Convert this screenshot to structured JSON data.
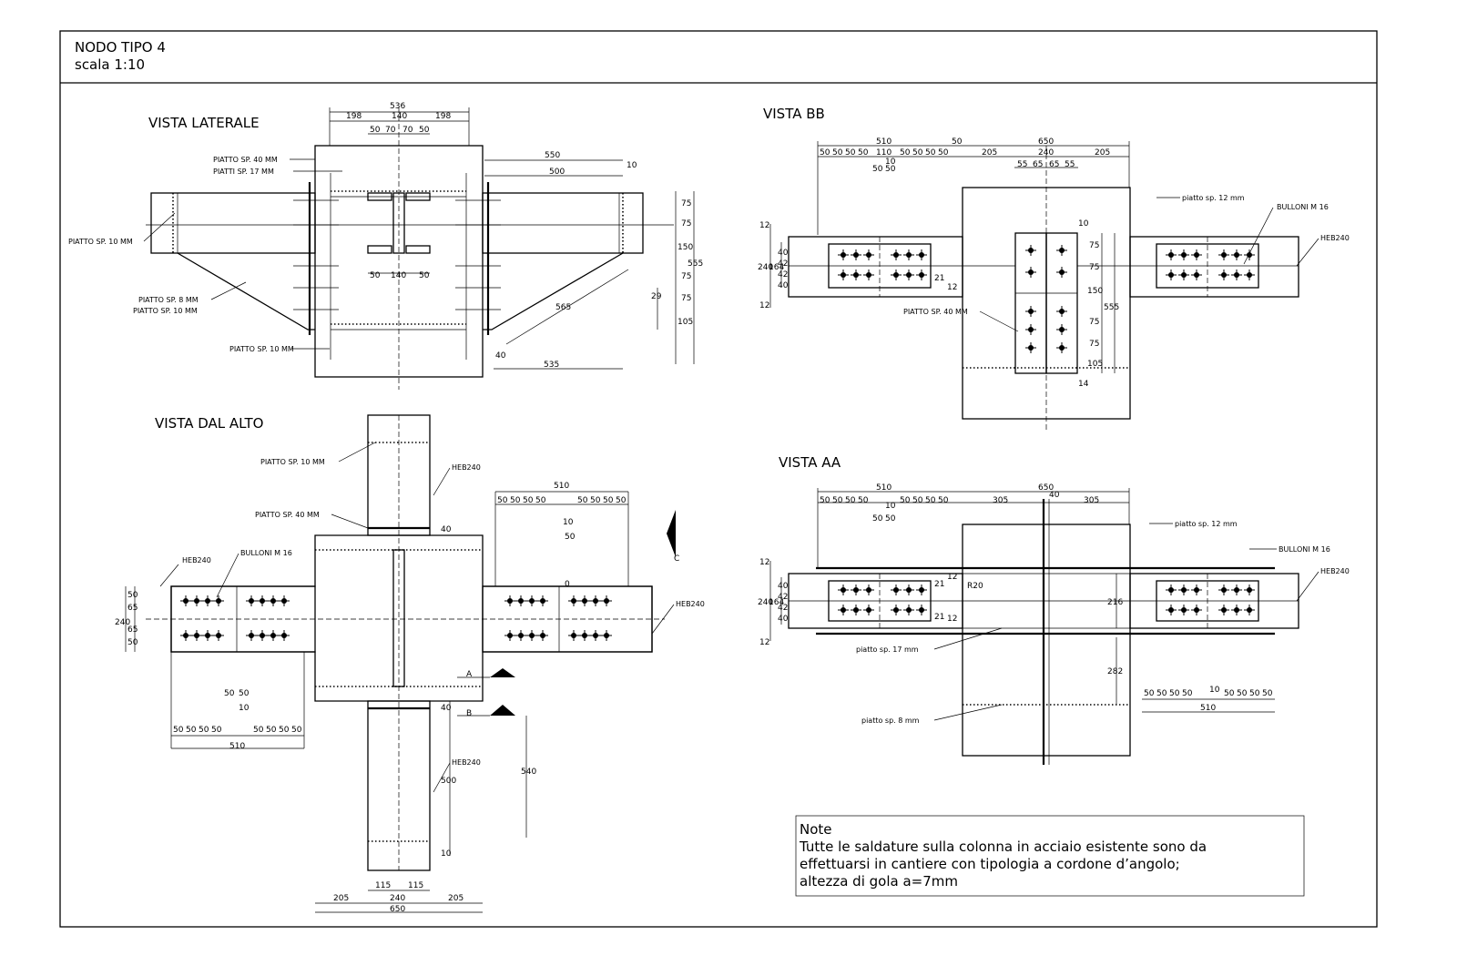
{
  "header": {
    "title": "NODO TIPO 4",
    "scale": "scala 1:10"
  },
  "views": {
    "laterale": {
      "title": "VISTA LATERALE",
      "labels": [
        "PIATTO SP. 40 MM",
        "PIATTI SP. 17 MM",
        "PIATTO SP. 10 MM",
        "PIATTO SP. 8 MM",
        "PIATTO SP. 10 MM",
        "PIATTO SP. 10 MM"
      ],
      "dims_top": [
        "536",
        "198",
        "140",
        "198",
        "50",
        "70",
        "70",
        "50"
      ],
      "dims_mid": [
        "50",
        "140",
        "50"
      ],
      "dims_right": [
        "550",
        "500",
        "10",
        "75",
        "75",
        "150",
        "75",
        "75",
        "105",
        "555",
        "29",
        "565",
        "40",
        "535"
      ]
    },
    "alto": {
      "title": "VISTA DAL ALTO",
      "labels": [
        "PIATTO SP. 10 MM",
        "HEB240",
        "PIATTO SP. 40 MM",
        "HEB240",
        "BULLONI M 16",
        "HEB240",
        "HEB240"
      ],
      "dims_right": [
        "510",
        "50",
        "50",
        "50",
        "50",
        "50",
        "50",
        "50",
        "50",
        "10",
        "50",
        "0"
      ],
      "dims_left": [
        "240",
        "50",
        "65",
        "65",
        "50",
        "50",
        "50",
        "10",
        "50",
        "50",
        "50",
        "50",
        "50",
        "50",
        "50",
        "50",
        "510"
      ],
      "dims_bottom": [
        "40",
        "40",
        "500",
        "10",
        "540",
        "115",
        "115",
        "205",
        "240",
        "205",
        "650"
      ],
      "markers": [
        "A",
        "B",
        "C"
      ]
    },
    "bb": {
      "title": "VISTA BB",
      "labels": [
        "piatto sp. 12 mm",
        "BULLONI M 16",
        "HEB240",
        "PIATTO SP. 40 MM"
      ],
      "dims_top": [
        "510",
        "50",
        "650",
        "50",
        "50",
        "50",
        "50",
        "110",
        "50",
        "50",
        "50",
        "50",
        "205",
        "240",
        "205",
        "10",
        "50",
        "50",
        "55",
        "65",
        "65",
        "55"
      ],
      "dims_left": [
        "12",
        "240",
        "164",
        "40",
        "42",
        "42",
        "40",
        "12"
      ],
      "dims_mid": [
        "21",
        "12",
        "10",
        "75",
        "75",
        "150",
        "75",
        "75",
        "105",
        "555",
        "14"
      ]
    },
    "aa": {
      "title": "VISTA AA",
      "labels": [
        "piatto sp. 12 mm",
        "BULLONI M 16",
        "HEB240",
        "piatto sp. 17 mm",
        "piatto sp. 8 mm"
      ],
      "dims_top": [
        "510",
        "650",
        "40",
        "305",
        "305",
        "50",
        "50",
        "50",
        "50",
        "10",
        "50",
        "50",
        "50",
        "50",
        "50",
        "50"
      ],
      "dims_left": [
        "12",
        "240",
        "164",
        "40",
        "42",
        "42",
        "40",
        "12"
      ],
      "dims_mid": [
        "12",
        "21",
        "R20",
        "21",
        "12",
        "216",
        "282"
      ],
      "dims_bottom": [
        "50",
        "50",
        "50",
        "50",
        "10",
        "50",
        "50",
        "50",
        "50",
        "510"
      ]
    }
  },
  "note": {
    "heading": "Note",
    "lines": [
      "Tutte le saldature sulla colonna in acciaio esistente sono da",
      "effettuarsi in cantiere con tipologia a cordone d’angolo;",
      "altezza di gola a=7mm"
    ]
  }
}
